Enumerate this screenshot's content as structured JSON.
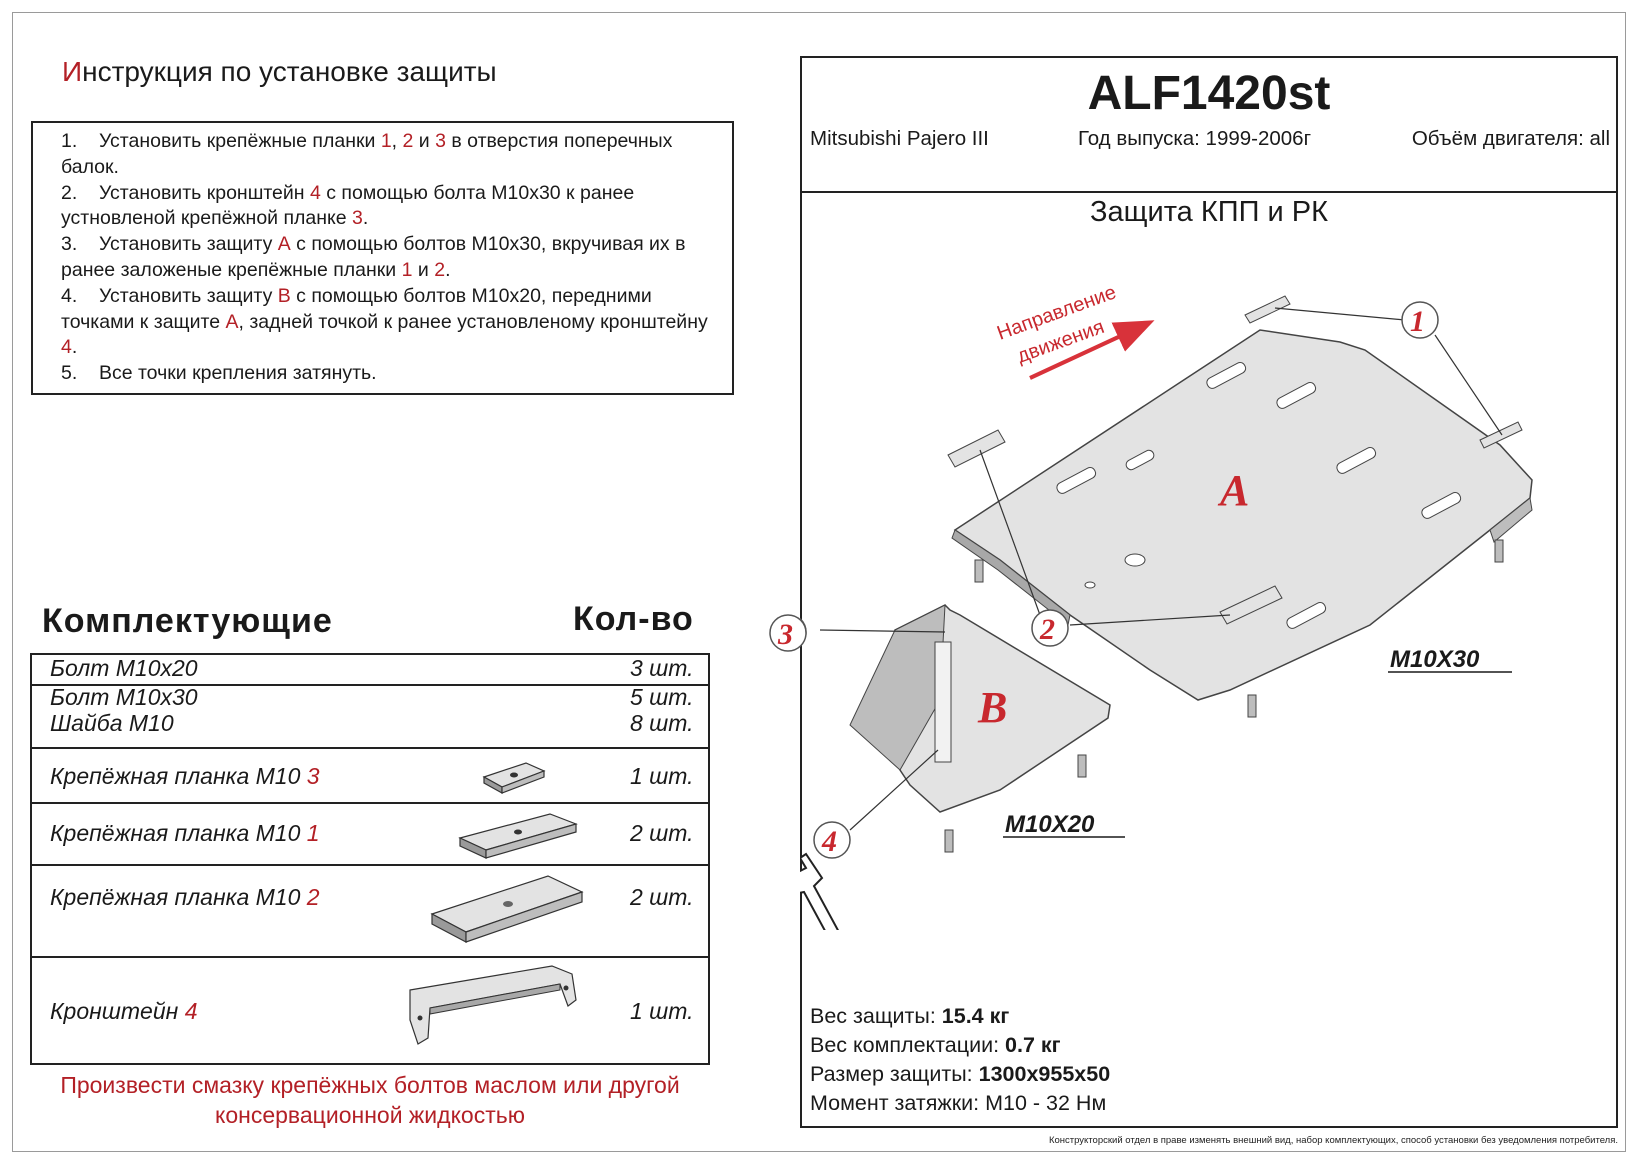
{
  "document": {
    "instruction_title_first_letter": "И",
    "instruction_title_rest": "нструкция по установке защиты",
    "steps": [
      {
        "num": "1.",
        "parts": [
          {
            "t": "Установить крепёжные планки ",
            "c": "n"
          },
          {
            "t": "1",
            "c": "r"
          },
          {
            "t": ", ",
            "c": "n"
          },
          {
            "t": "2",
            "c": "r"
          },
          {
            "t": " и ",
            "c": "n"
          },
          {
            "t": "3",
            "c": "r"
          },
          {
            "t": " в отверстия поперечных балок.",
            "c": "n"
          }
        ]
      },
      {
        "num": "2.",
        "parts": [
          {
            "t": "Установить кронштейн ",
            "c": "n"
          },
          {
            "t": "4",
            "c": "r"
          },
          {
            "t": " с помощью болта М10х30 к ранее устновленой крепёжной планке ",
            "c": "n"
          },
          {
            "t": "3",
            "c": "r"
          },
          {
            "t": ".",
            "c": "n"
          }
        ]
      },
      {
        "num": "3.",
        "parts": [
          {
            "t": "Установить защиту ",
            "c": "n"
          },
          {
            "t": "А",
            "c": "r"
          },
          {
            "t": " с помощью болтов М10х30, вкручивая их в ранее заложеные крепёжные планки ",
            "c": "n"
          },
          {
            "t": "1",
            "c": "r"
          },
          {
            "t": " и ",
            "c": "n"
          },
          {
            "t": "2",
            "c": "r"
          },
          {
            "t": ".",
            "c": "n"
          }
        ]
      },
      {
        "num": "4.",
        "parts": [
          {
            "t": "Установить защиту ",
            "c": "n"
          },
          {
            "t": "В",
            "c": "r"
          },
          {
            "t": " с помощью болтов М10х20, передними точками  к защите ",
            "c": "n"
          },
          {
            "t": "А",
            "c": "r"
          },
          {
            "t": ", задней точкой к ранее установленому кронштейну ",
            "c": "n"
          },
          {
            "t": "4",
            "c": "r"
          },
          {
            "t": ".",
            "c": "n"
          }
        ]
      },
      {
        "num": "5.",
        "parts": [
          {
            "t": "Все точки крепления затянуть.",
            "c": "n"
          }
        ]
      }
    ],
    "parts_header": "Комплектующие",
    "qty_header": "Кол-во",
    "parts": [
      {
        "name": "Болт М10х20",
        "num": "",
        "qty": "3 шт."
      },
      {
        "name": "Болт М10х30",
        "num": "",
        "qty": "5 шт."
      },
      {
        "name": "Шайба М10",
        "num": "",
        "qty": "8 шт."
      },
      {
        "name": "Крепёжная планка М10 ",
        "num": "3",
        "qty": "1 шт."
      },
      {
        "name": "Крепёжная планка М10 ",
        "num": "1",
        "qty": "2 шт."
      },
      {
        "name": "Крепёжная планка М10 ",
        "num": "2",
        "qty": "2 шт."
      },
      {
        "name": "Кронштейн ",
        "num": "4",
        "qty": "1 шт."
      }
    ],
    "lube_note_line1": "Произвести смазку крепёжных болтов маслом или другой",
    "lube_note_line2": "консервационной жидкостью",
    "model_code": "ALF1420st",
    "car": "Mitsubishi Pajero III",
    "year": "Год выпуска: 1999-2006г",
    "engine": "Объём двигателя: all",
    "part_title": "Защита КПП и РК",
    "direction_line1": "Направление",
    "direction_line2": "движения",
    "label_a": "A",
    "label_b": "B",
    "callouts": [
      "1",
      "2",
      "3",
      "4"
    ],
    "bolt_m10x30": "M10X30",
    "bolt_m10x20": "M10X20",
    "specs": [
      {
        "label": "Вес защиты: ",
        "value": "15.4 кг"
      },
      {
        "label": "Вес комплектации: ",
        "value": "0.7 кг"
      },
      {
        "label": "Размер защиты: ",
        "value": "1300x955x50"
      },
      {
        "label": "Момент затяжки:  М10 - 32 Нм",
        "value": ""
      }
    ],
    "disclaimer": "Конструкторский отдел в праве изменять внешний вид, набор комплектующих, способ установки без уведомления потребителя.",
    "colors": {
      "accent_red": "#b32026",
      "plate_fill": "#e3e3e3",
      "line": "#222222"
    }
  }
}
